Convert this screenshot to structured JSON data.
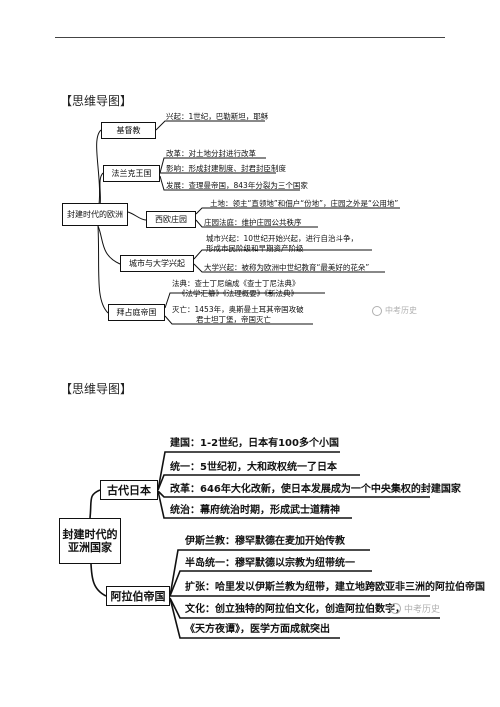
{
  "section1": {
    "label": "【思维导图】",
    "center": "封建时代的欧洲",
    "branches": [
      {
        "title": "基督教",
        "items": [
          "兴起：1世纪，巴勒斯坦，耶稣"
        ]
      },
      {
        "title": "法兰克王国",
        "items": [
          "改革：对土地分封进行改革",
          "影响：形成封建制度、封君封臣制度",
          "发展：查理曼帝国，843年分裂为三个国家"
        ]
      },
      {
        "title": "西欧庄园",
        "items": [
          "土地：领主“直领地”和佃户“份地”，庄园之外是“公用地”",
          "庄园法庭：维护庄园公共秩序"
        ]
      },
      {
        "title": "城市与大学兴起",
        "items": [
          "城市兴起：10世纪开始兴起，进行自治斗争，",
          "形成市民阶级和早期资产阶级",
          "大学兴起：被称为欧洲中世纪教育“最美好的花朵”"
        ]
      },
      {
        "title": "拜占庭帝国",
        "items": [
          "法典：查士丁尼编成《查士丁尼法典》",
          "《法学汇纂》《法理概要》《新法典》",
          "灭亡：1453年，奥斯曼土耳其帝国攻破",
          "君士坦丁堡，帝国灭亡"
        ]
      }
    ],
    "watermark": "中考历史"
  },
  "section2": {
    "label": "【思维导图】",
    "center_lines": [
      "封建时代的",
      "亚洲国家"
    ],
    "branches": [
      {
        "title": "古代日本",
        "items": [
          "建国：1-2世纪，日本有100多个小国",
          "统一：5世纪初，大和政权统一了日本",
          "改革：646年大化改新，使日本发展成为一个中央集权的封建国家",
          "统治：幕府统治时期，形成武士道精神"
        ]
      },
      {
        "title": "阿拉伯帝国",
        "items": [
          "伊斯兰教：穆罕默德在麦加开始传教",
          "半岛统一：穆罕默德以宗教为纽带统一",
          "扩张：哈里发以伊斯兰教为纽带，建立地跨欧亚非三洲的阿拉伯帝国",
          "文化：创立独特的阿拉伯文化，创造阿拉伯数字，",
          "《天方夜谭》，医学方面成就突出"
        ]
      }
    ],
    "watermark": "中考历史"
  }
}
